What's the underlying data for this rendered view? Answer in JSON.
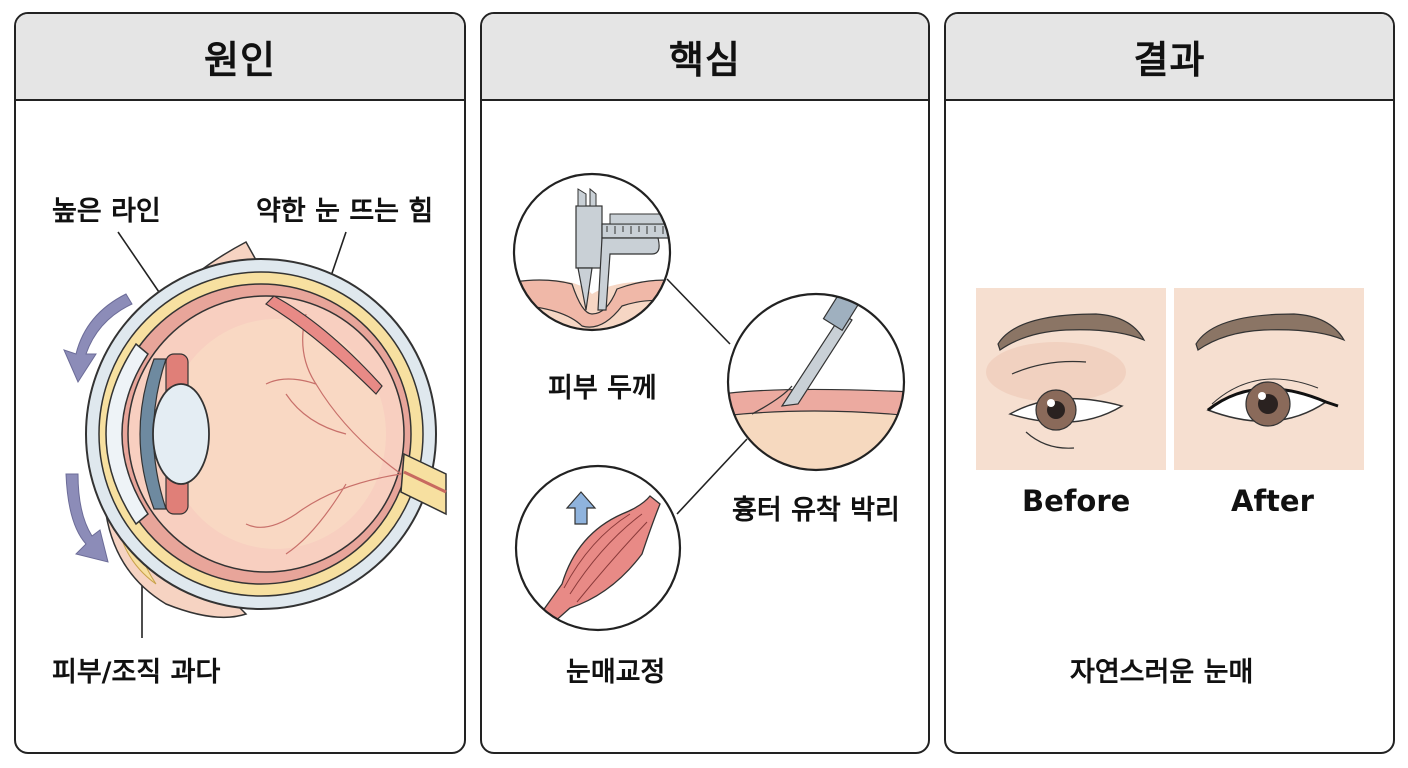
{
  "panels": [
    {
      "id": "cause",
      "title": "원인",
      "labels": {
        "high_line": "높은 라인",
        "weak_levator": "약한 눈 뜨는 힘",
        "excess_tissue": "피부/조직 과다"
      },
      "illustration": "eye-cross-section"
    },
    {
      "id": "key",
      "title": "핵심",
      "labels": {
        "skin_thickness": "피부 두께",
        "adhesion_release": "흉터 유착 박리",
        "ptosis_correction": "눈매교정"
      },
      "illustration": [
        "caliper-measuring-skin",
        "scalpel-dissecting-tissue",
        "muscle-with-up-arrow"
      ]
    },
    {
      "id": "result",
      "title": "결과",
      "labels": {
        "before": "Before",
        "after": "After",
        "natural_eyes": "자연스러운 눈매"
      },
      "illustration": [
        "eye-before",
        "eye-after"
      ]
    }
  ],
  "colors": {
    "header_bg": "#e5e5e5",
    "border": "#222222",
    "skin": "#f6dcc8",
    "tissue_pink": "#f2b8ad",
    "muscle_red": "#e88a86",
    "arrow_purple": "#8c8cb8",
    "arrow_blue": "#8fb3dd",
    "iris_brown": "#8a6a5a",
    "metal_gray": "#c9d0d6"
  }
}
